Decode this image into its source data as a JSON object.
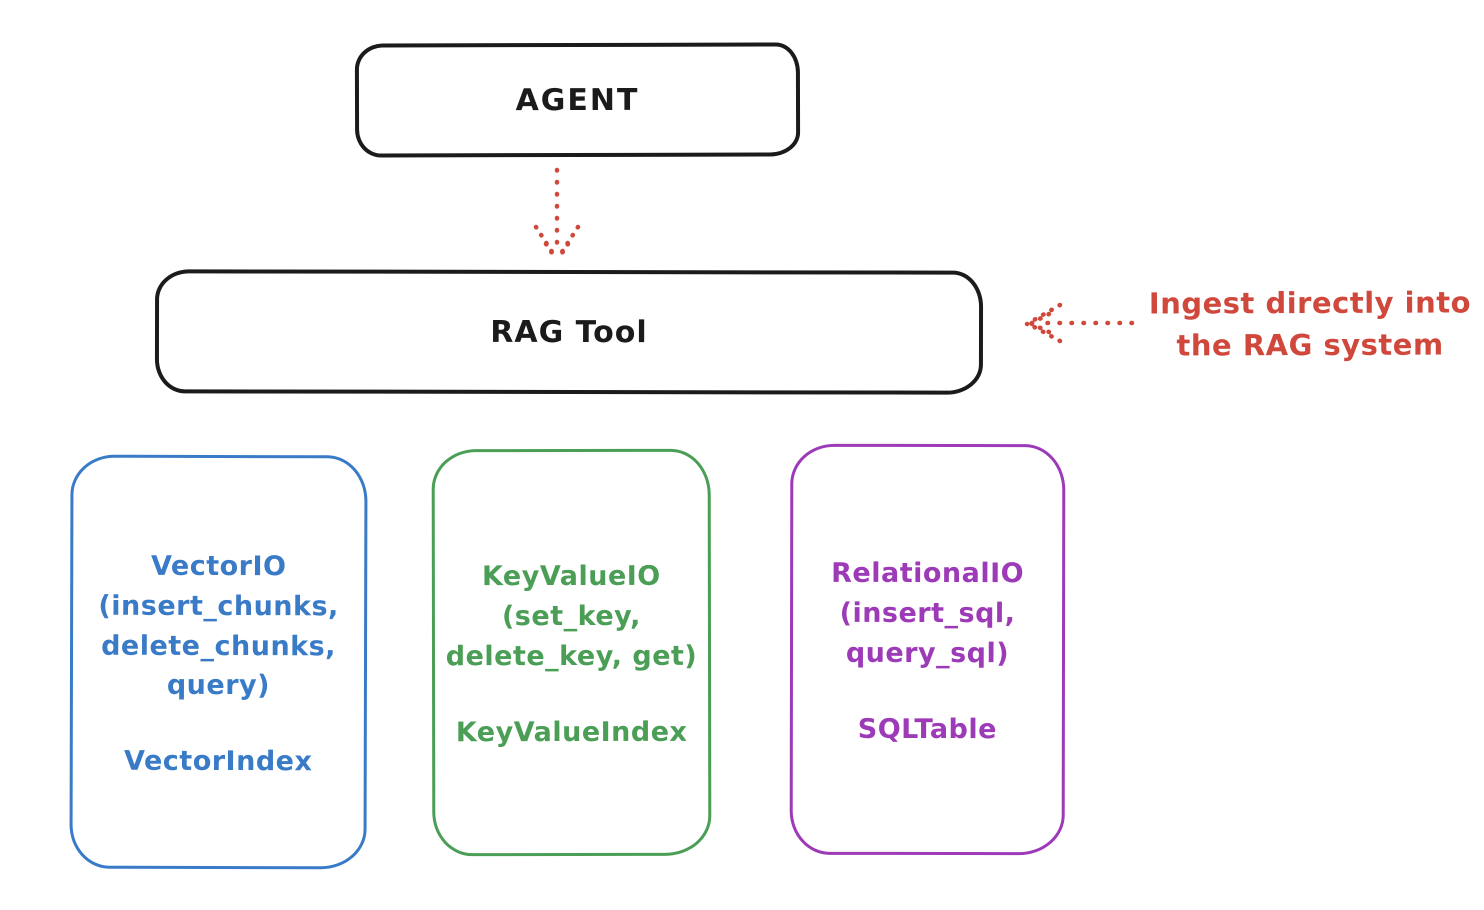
{
  "canvas": {
    "background": "#ffffff",
    "ink_color": "#1b1b1b",
    "accent_red": "#d0483c"
  },
  "nodes": {
    "agent": {
      "label": "AGENT"
    },
    "rag_tool": {
      "label": "RAG Tool"
    }
  },
  "annotation": {
    "text": "Ingest directly into\nthe RAG system",
    "color": "#d0483c"
  },
  "arrows": {
    "agent_to_rag_tool": {
      "style": "dotted",
      "color": "#d0483c",
      "direction": "down"
    },
    "ingest_into_rag": {
      "style": "dotted",
      "color": "#d0483c",
      "direction": "left"
    }
  },
  "storage_nodes": [
    {
      "name": "vector-io",
      "color": "#3a7bc8",
      "io_label": "VectorIO\n(insert_chunks,\ndelete_chunks,\nquery)",
      "index_label": "VectorIndex"
    },
    {
      "name": "key-value-io",
      "color": "#4a9e55",
      "io_label": "KeyValueIO\n(set_key,\ndelete_key, get)",
      "index_label": "KeyValueIndex"
    },
    {
      "name": "relational-io",
      "color": "#9c3ab8",
      "io_label": "RelationalIO\n(insert_sql,\nquery_sql)",
      "index_label": "SQLTable"
    }
  ]
}
